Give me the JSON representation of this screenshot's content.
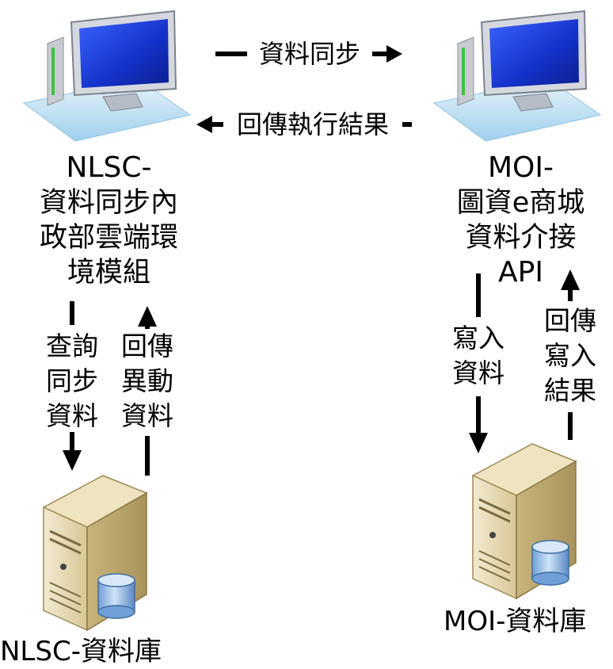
{
  "top_arrows": {
    "sync_label": "資料同步",
    "result_label": "回傳執行結果"
  },
  "left_node": {
    "title_lines": [
      "NLSC-",
      "資料同步內",
      "政部雲端環",
      "境模組"
    ],
    "query_label_lines": [
      "查詢",
      "同步",
      "資料"
    ],
    "return_label_lines": [
      "回傳",
      "異動",
      "資料"
    ],
    "db_label": "NLSC-資料庫"
  },
  "right_node": {
    "title_lines": [
      "MOI-",
      "圖資e商城",
      "資料介接",
      "API"
    ],
    "write_label_lines": [
      "寫入",
      "資料"
    ],
    "return_label_lines": [
      "回傳",
      "寫入",
      "結果"
    ],
    "db_label": "MOI-資料庫"
  },
  "icons": [
    "computer-icon",
    "computer-icon",
    "database-server-icon",
    "database-server-icon"
  ],
  "colors": {
    "screen_blue": "#1f3fd6",
    "server_beige": "#e3d4a8",
    "cylinder_blue": "#9fc3ea"
  }
}
